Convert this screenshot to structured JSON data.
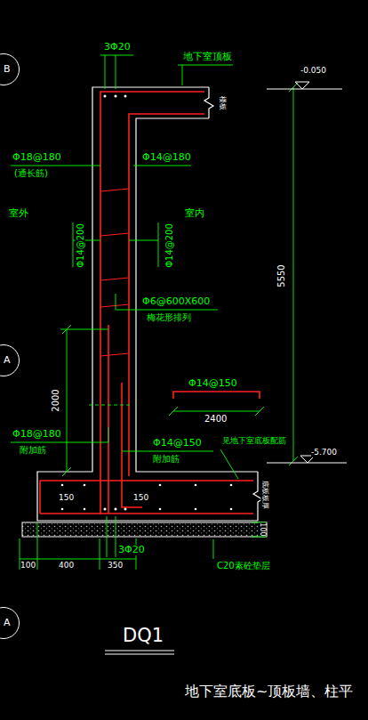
{
  "diagram": {
    "title": "DQ1",
    "caption": "地下室底板~顶板墙、柱平",
    "nodes": [
      {
        "text": [
          "B"
        ]
      },
      {
        "text": [
          "A"
        ]
      },
      {
        "text": [
          "A"
        ]
      }
    ],
    "labels": [
      "3Φ20",
      "地下室顶板",
      "-0.050",
      "楼板",
      "Φ18@180",
      "(通长筋)",
      "Φ14@180",
      "室外",
      "室内",
      "Φ14@200",
      "Φ14@200",
      "Φ6@600X600",
      "梅花形排列",
      "5550",
      "2000",
      "Φ14@150",
      "2400",
      "Φ18@180",
      "附加筋",
      "Φ14@150",
      "附加筋",
      "见地下室底板配筋",
      "-5.700",
      "底板板厚",
      "150",
      "150",
      "100",
      "3Φ20",
      "C20素砼垫层",
      "100",
      "400",
      "350"
    ]
  }
}
